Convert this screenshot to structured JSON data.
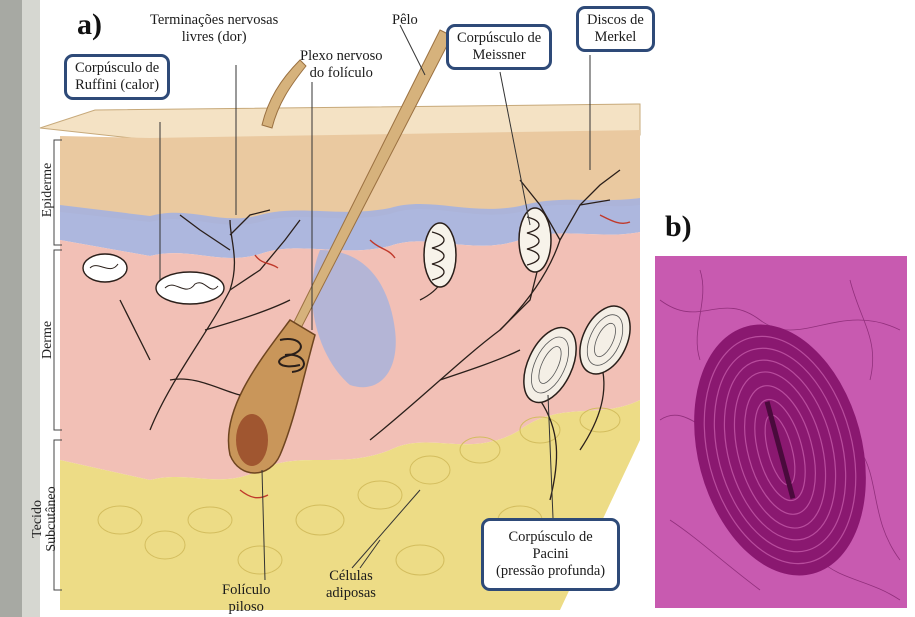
{
  "panels": {
    "a": "a)",
    "b": "b)"
  },
  "labels": {
    "ruffini": [
      "Corpúsculo de",
      "Ruffini (calor)"
    ],
    "terminacoes": [
      "Terminações nervosas",
      "livres (dor)"
    ],
    "plexo": [
      "Plexo nervoso",
      "do folículo"
    ],
    "pelo": "Pêlo",
    "meissner": [
      "Corpúsculo de",
      "Meissner"
    ],
    "merkel": [
      "Discos de",
      "Merkel"
    ],
    "pacini": [
      "Corpúsculo de",
      "Pacini",
      "(pressão profunda)"
    ],
    "foliculo": [
      "Folículo",
      "piloso"
    ],
    "celulas": [
      "Células",
      "adiposas"
    ]
  },
  "layers": {
    "epiderme": "Epiderme",
    "derme": "Derme",
    "subcutaneo": [
      "Tecido",
      "Subcutâneo"
    ]
  },
  "colors": {
    "box_border": "#2e4a78",
    "epidermis": "#eac9a0",
    "basal_layer": "#a9b3dc",
    "dermis": "#f2c0b6",
    "fat": "#eddc86",
    "micrograph_bg": "#c85ab0",
    "pacinian_stain": "#8a1870"
  }
}
